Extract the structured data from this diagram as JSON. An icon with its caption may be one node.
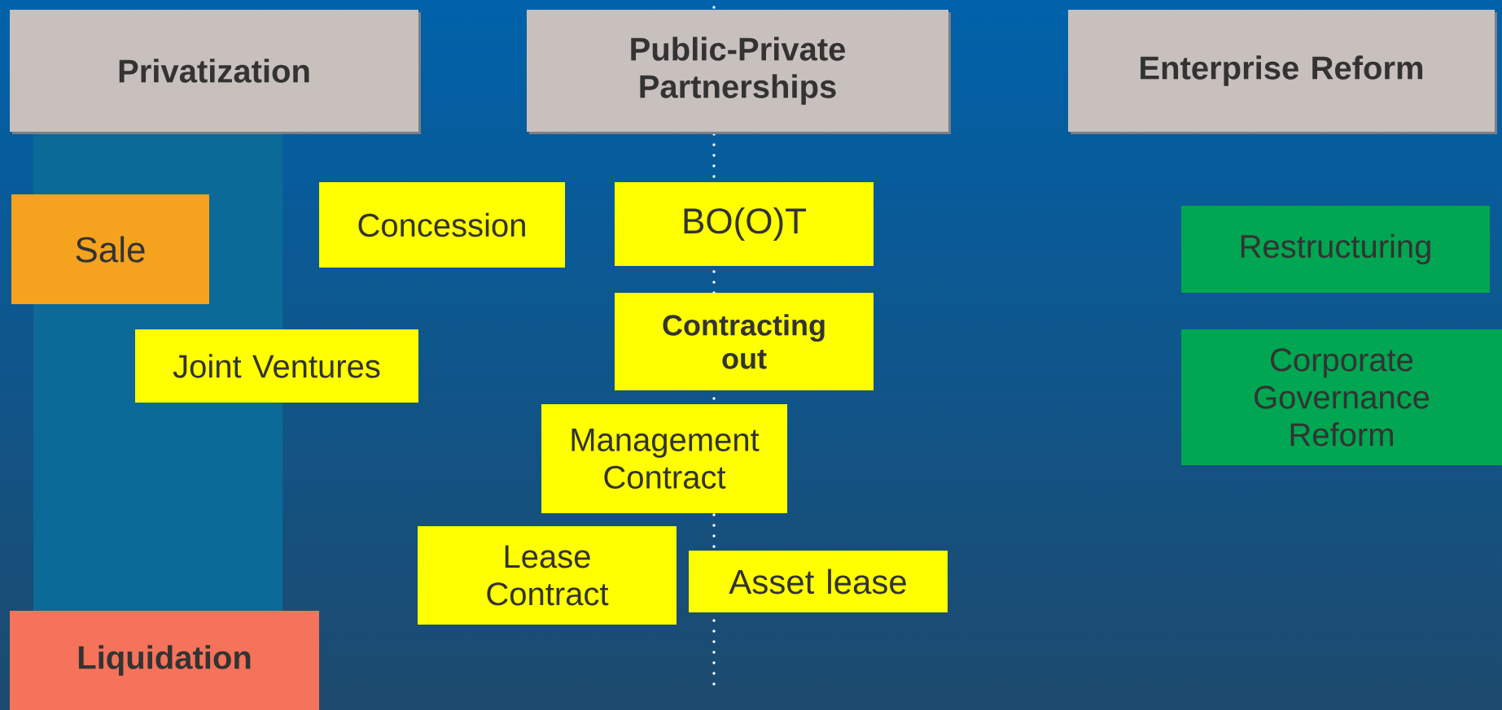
{
  "diagram": {
    "nodes": [
      {
        "text": [
          "Privatization"
        ]
      },
      {
        "text": [
          "Public-Private Partnerships"
        ]
      },
      {
        "text": [
          "Enterprise Reform"
        ]
      },
      {
        "text": [
          "Sale"
        ]
      },
      {
        "text": [
          "Concession"
        ]
      },
      {
        "text": [
          "BO(O)T"
        ]
      },
      {
        "text": [
          "Restructuring"
        ]
      },
      {
        "text": [
          "Joint Ventures"
        ]
      },
      {
        "text": [
          "Contracting out"
        ]
      },
      {
        "text": [
          "Corporate Governance Reform"
        ]
      },
      {
        "text": [
          "Management Contract"
        ]
      },
      {
        "text": [
          "Lease Contract"
        ]
      },
      {
        "text": [
          "Asset lease"
        ]
      },
      {
        "text": [
          "Liquidation"
        ]
      }
    ]
  }
}
